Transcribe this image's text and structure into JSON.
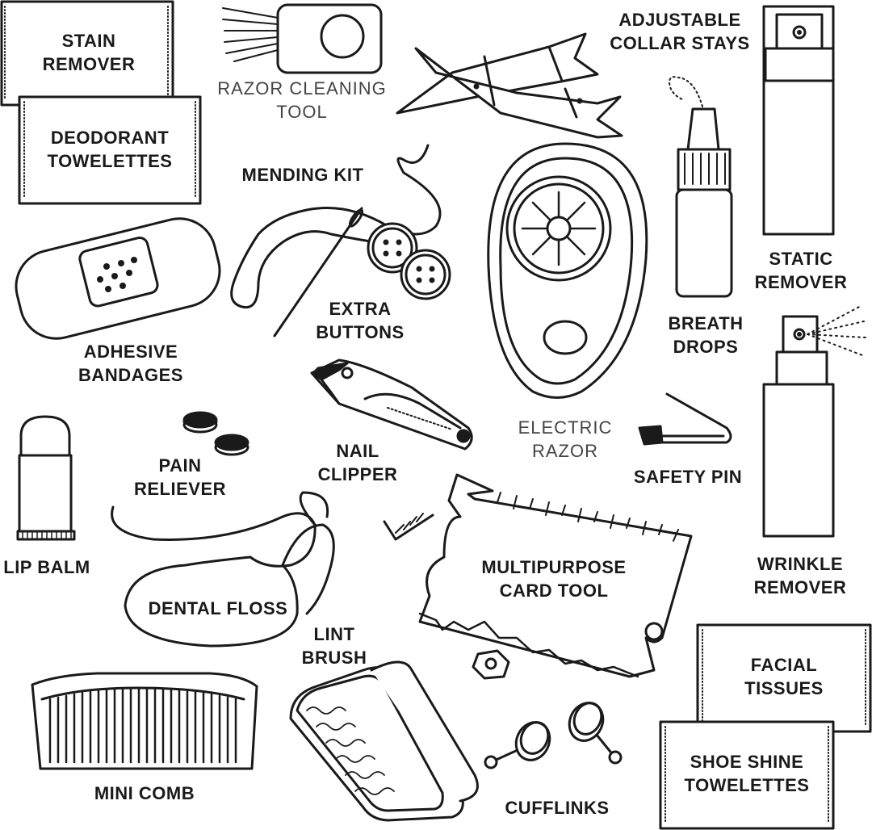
{
  "items": {
    "stain_remover": [
      "STAIN",
      "REMOVER"
    ],
    "deodorant_towelettes": [
      "DEODORANT",
      "TOWELETTES"
    ],
    "razor_cleaning_tool": [
      "RAZOR CLEANING",
      "TOOL"
    ],
    "adjustable_collar_stays": [
      "ADJUSTABLE",
      "COLLAR STAYS"
    ],
    "mending_kit": [
      "MENDING KIT"
    ],
    "static_remover": [
      "STATIC",
      "REMOVER"
    ],
    "adhesive_bandages": [
      "ADHESIVE",
      "BANDAGES"
    ],
    "extra_buttons": [
      "EXTRA",
      "BUTTONS"
    ],
    "breath_drops": [
      "BREATH",
      "DROPS"
    ],
    "electric_razor": [
      "ELECTRIC",
      "RAZOR"
    ],
    "nail_clipper": [
      "NAIL",
      "CLIPPER"
    ],
    "safety_pin": [
      "SAFETY PIN"
    ],
    "pain_reliever": [
      "PAIN",
      "RELIEVER"
    ],
    "lip_balm": [
      "LIP BALM"
    ],
    "multipurpose_card_tool": [
      "MULTIPURPOSE",
      "CARD TOOL"
    ],
    "wrinkle_remover": [
      "WRINKLE",
      "REMOVER"
    ],
    "dental_floss": [
      "DENTAL FLOSS"
    ],
    "lint_brush": [
      "LINT",
      "BRUSH"
    ],
    "facial_tissues": [
      "FACIAL",
      "TISSUES"
    ],
    "shoe_shine_towelettes": [
      "SHOE SHINE",
      "TOWELETTES"
    ],
    "mini_comb": [
      "MINI COMB"
    ],
    "cufflinks": [
      "CUFFLINKS"
    ]
  },
  "colors": {
    "ink": "#1a1a1a",
    "paper": "#ffffff",
    "grey_label": "#444444"
  }
}
